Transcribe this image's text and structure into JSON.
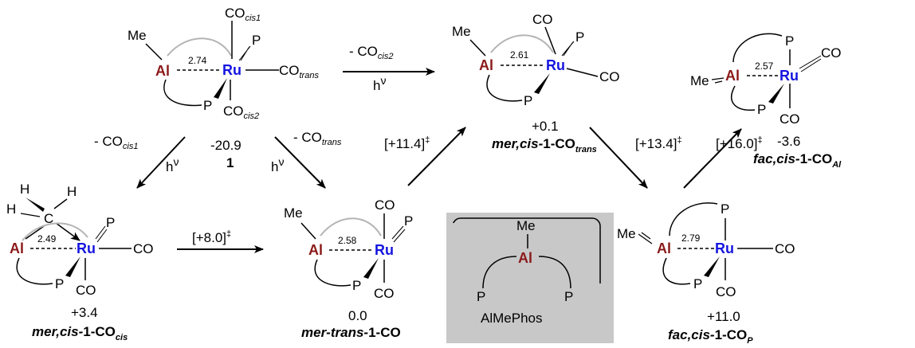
{
  "atoms": {
    "me": "Me",
    "al": "Al",
    "ru": "Ru",
    "p": "P",
    "co": "CO",
    "c": "C",
    "h": "H"
  },
  "subscripts": {
    "cis1": "cis1",
    "cis2": "cis2",
    "trans": "trans",
    "cis": "cis",
    "al": "Al",
    "p": "P"
  },
  "distances": {
    "s1": "2.74",
    "mer_cis_trans": "2.61",
    "fac_cis_al": "2.57",
    "mer_cis_cis": "2.49",
    "mer_trans": "2.58",
    "fac_cis_p": "2.79"
  },
  "energies": {
    "s1": "-20.9",
    "mer_cis_trans": "+0.1",
    "fac_cis_al": "-3.6",
    "mer_cis_cis": "+3.4",
    "mer_trans": "0.0",
    "fac_cis_p": "+11.0",
    "ts_a": "[+8.0]",
    "ts_b": "[+11.4]",
    "ts_c": "[+13.4]",
    "ts_d": "[+16.0]",
    "dagger": "‡"
  },
  "labels": {
    "s1": "1",
    "mer_cis_cis_prefix": "mer,cis-",
    "mer_cis_cis_main": "1-CO",
    "mer_trans_prefix": "mer-trans-",
    "mer_trans_main": "1-CO",
    "mer_cis_trans_prefix": "mer,cis-",
    "mer_cis_trans_main": "1-CO",
    "fac_cis_al_prefix": "fac,cis-",
    "fac_cis_al_main": "1-CO",
    "fac_cis_p_prefix": "fac,cis-",
    "fac_cis_p_main": "1-CO"
  },
  "arrows": {
    "minus_co": "- CO",
    "hv_h": "h",
    "hv_nu": "ν"
  },
  "inset": {
    "title": "AlMePhos"
  }
}
